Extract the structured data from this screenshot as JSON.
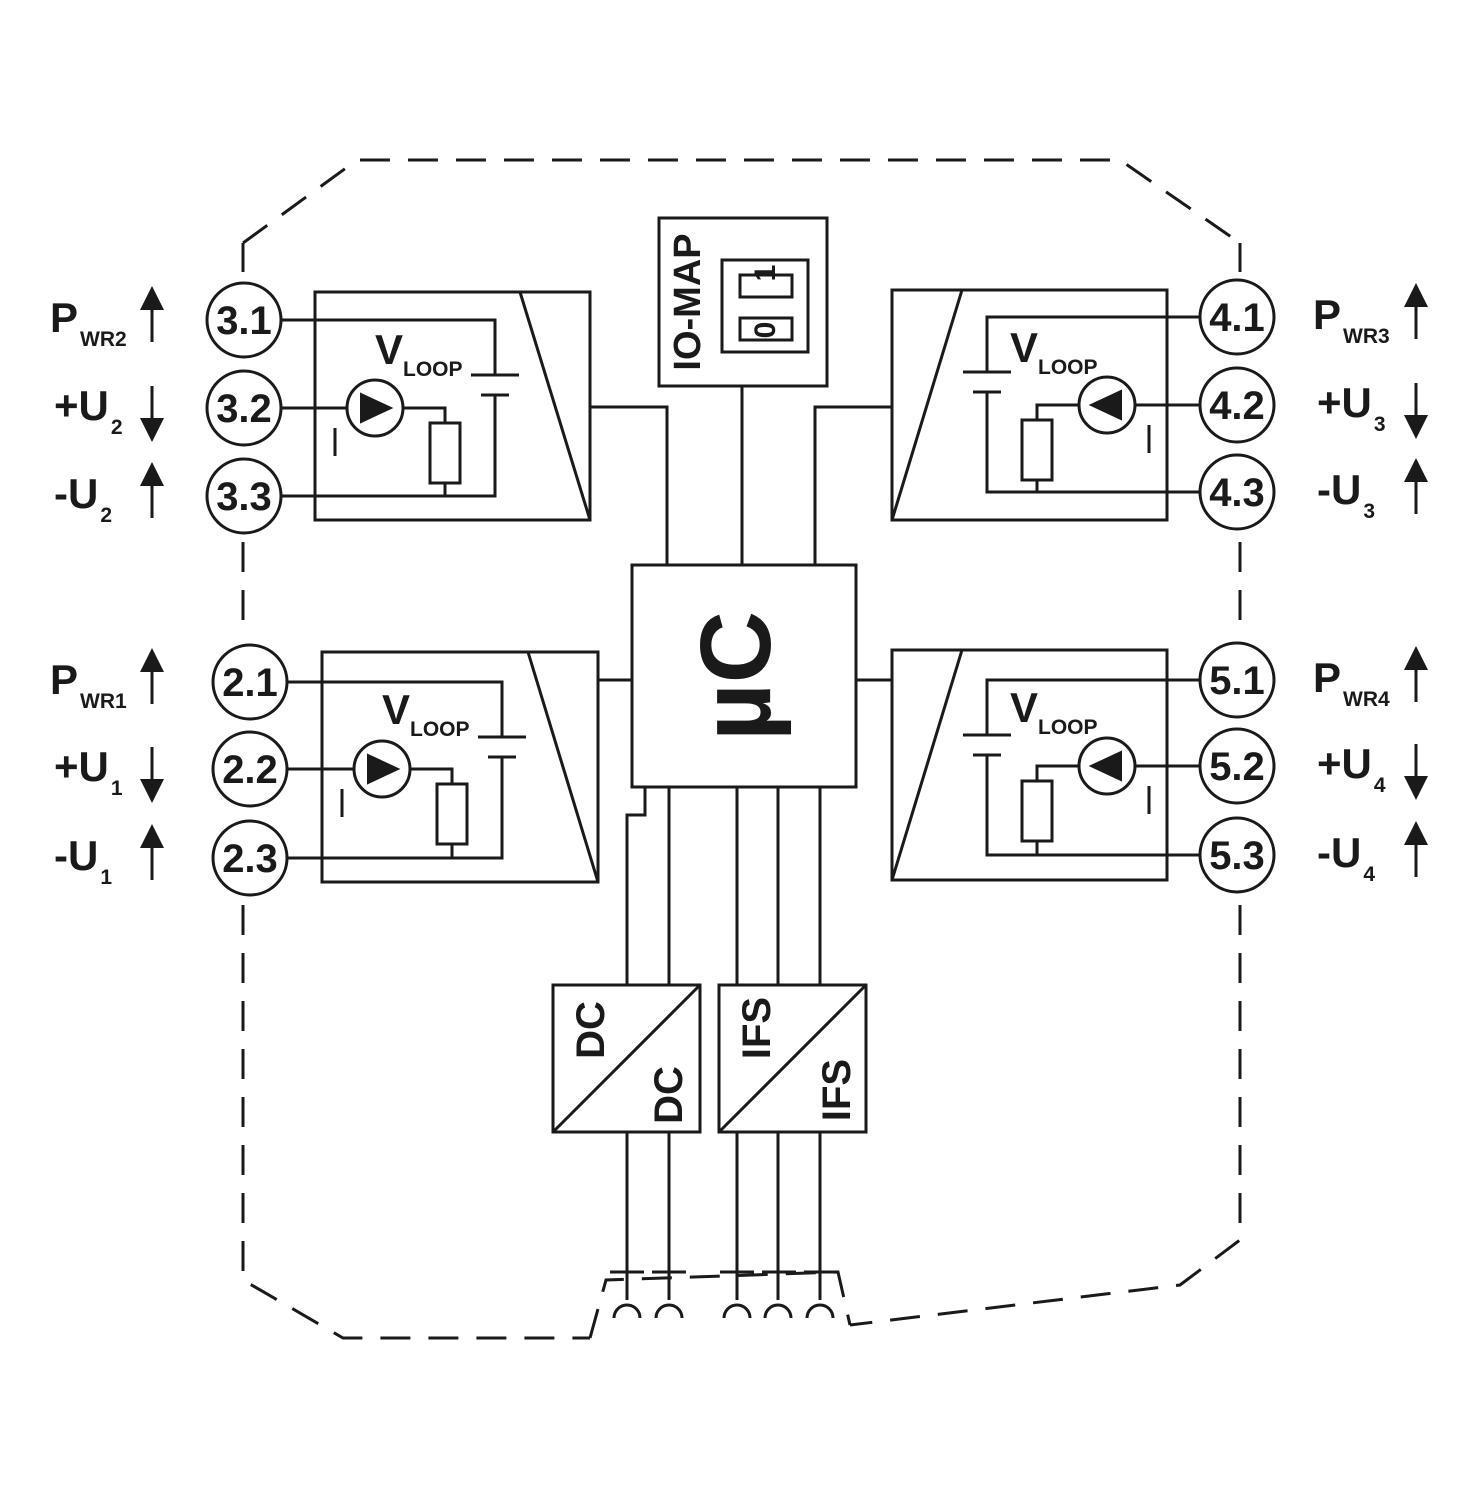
{
  "microcontroller": {
    "label": "µC"
  },
  "io_map": {
    "title": "IO-MAP",
    "switch_one": "1",
    "switch_zero": "0"
  },
  "converters": {
    "dc": {
      "in": "DC",
      "out": "DC"
    },
    "ifs": {
      "in": "IFS",
      "out": "IFS"
    }
  },
  "vloop": {
    "main": "V",
    "sub": "LOOP"
  },
  "channels": [
    {
      "id": "ch2",
      "terminals": [
        "3.1",
        "3.2",
        "3.3"
      ],
      "signals": [
        {
          "main": "P",
          "sub": "WR2",
          "dir": "up"
        },
        {
          "main": "+U",
          "sub": "2",
          "dir": "down"
        },
        {
          "main": "-U",
          "sub": "2",
          "dir": "up"
        }
      ]
    },
    {
      "id": "ch1",
      "terminals": [
        "2.1",
        "2.2",
        "2.3"
      ],
      "signals": [
        {
          "main": "P",
          "sub": "WR1",
          "dir": "up"
        },
        {
          "main": "+U",
          "sub": "1",
          "dir": "down"
        },
        {
          "main": "-U",
          "sub": "1",
          "dir": "up"
        }
      ]
    },
    {
      "id": "ch3",
      "terminals": [
        "4.1",
        "4.2",
        "4.3"
      ],
      "signals": [
        {
          "main": "P",
          "sub": "WR3",
          "dir": "up"
        },
        {
          "main": "+U",
          "sub": "3",
          "dir": "down"
        },
        {
          "main": "-U",
          "sub": "3",
          "dir": "up"
        }
      ]
    },
    {
      "id": "ch4",
      "terminals": [
        "5.1",
        "5.2",
        "5.3"
      ],
      "signals": [
        {
          "main": "P",
          "sub": "WR4",
          "dir": "up"
        },
        {
          "main": "+U",
          "sub": "4",
          "dir": "down"
        },
        {
          "main": "-U",
          "sub": "4",
          "dir": "up"
        }
      ]
    }
  ]
}
